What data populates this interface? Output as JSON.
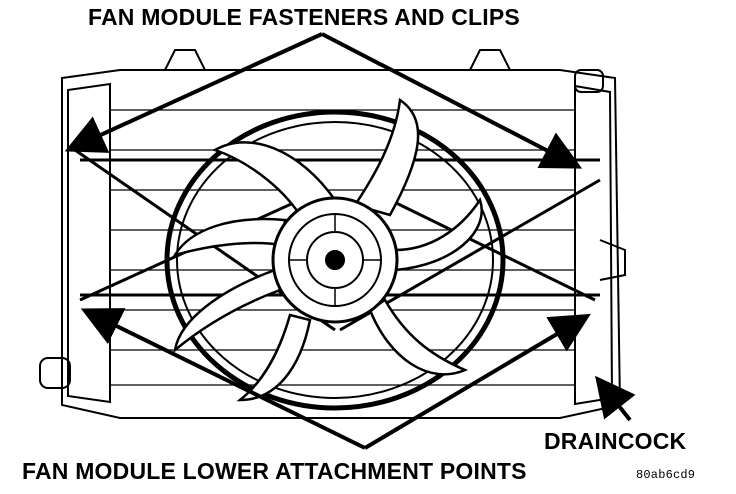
{
  "labels": {
    "fasteners": "FAN MODULE FASTENERS AND CLIPS",
    "lower_points": "FAN MODULE LOWER ATTACHMENT POINTS",
    "draincock": "DRAINCOCK",
    "figure_code": "80ab6cd9"
  },
  "colors": {
    "ink": "#000000",
    "paper": "#ffffff"
  },
  "icons": [
    "radiator-drawing",
    "fan-blade",
    "fan-hub",
    "arrowhead"
  ]
}
